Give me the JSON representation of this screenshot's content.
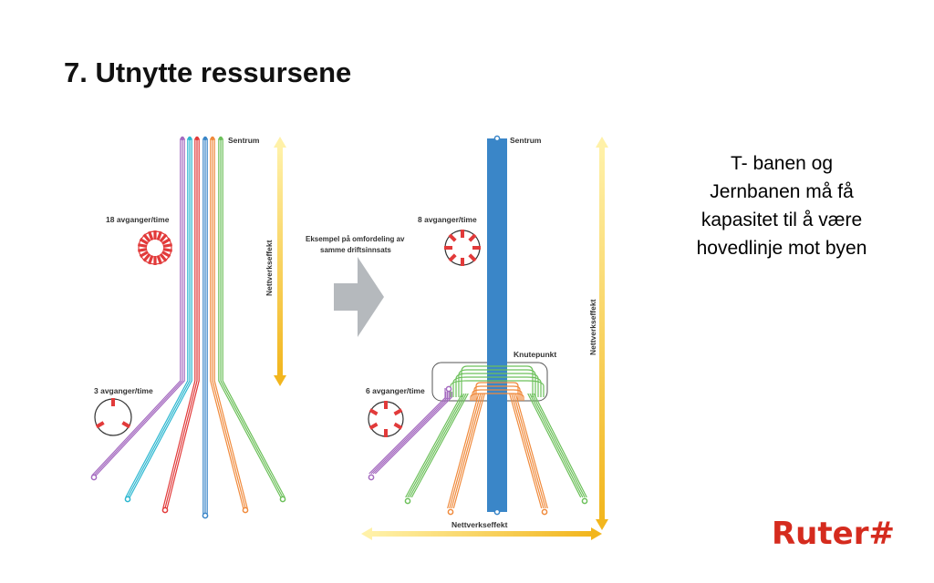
{
  "title": "7. Utnytte ressursene",
  "side_text": [
    "T- banen og",
    "Jernbanen må få",
    "kapasitet til å være",
    "hovedlinje mot byen"
  ],
  "brand": "Ruter#",
  "left_diagram": {
    "sentrum": "Sentrum",
    "freq_high": "18 avganger/time",
    "freq_low": "3 avganger/time",
    "network_effect": "Nettverkseffekt"
  },
  "arrow_caption": [
    "Eksempel på omfordeling av",
    "samme driftsinnsats"
  ],
  "right_diagram": {
    "sentrum": "Sentrum",
    "freq_high": "8 avganger/time",
    "freq_low": "6 avganger/time",
    "hub": "Knutepunkt",
    "network_effect_vertical": "Nettverkseffekt",
    "network_effect_horizontal": "Nettverkseffekt"
  },
  "colors": {
    "purple": "#a56bc0",
    "cyan": "#2bb7d0",
    "red": "#e23a3a",
    "blue": "#3a86c8",
    "orange": "#f08a3c",
    "green": "#6cc05a",
    "yellow": "#f5c542",
    "brand_red": "#d52b1e",
    "arrow_gray": "#b5b9bd"
  }
}
